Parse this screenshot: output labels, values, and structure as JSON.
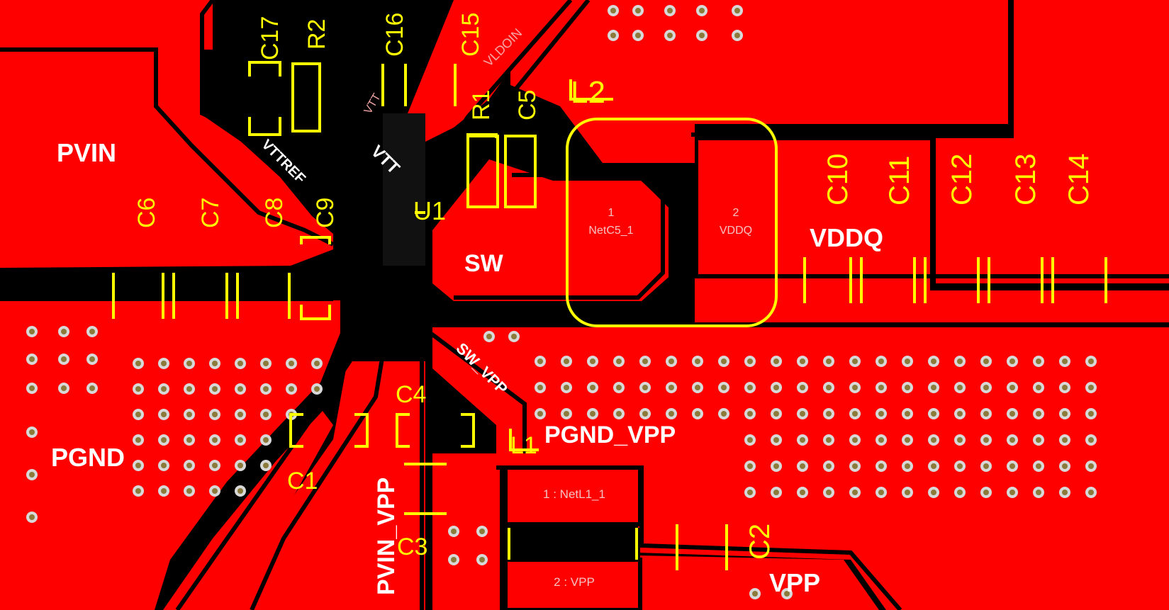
{
  "nets": {
    "pvin": "PVIN",
    "pgnd": "PGND",
    "vddq": "VDDQ",
    "sw": "SW",
    "vtt": "VTT",
    "vttref": "VTTREF",
    "sw_vpp": "SW_VPP",
    "pgnd_vpp": "PGND_VPP",
    "pvin_vpp": "PVIN_VPP",
    "vpp": "VPP"
  },
  "trace_labels": {
    "vldoin": "VLDOIN",
    "vtt_small": "VTT"
  },
  "refdes": {
    "l1": "L1",
    "l2": "L2",
    "u1": "U1",
    "r1": "R1",
    "r2": "R2",
    "c1": "C1",
    "c2": "C2",
    "c3": "C3",
    "c4": "C4",
    "c5": "C5",
    "c6": "C6",
    "c7": "C7",
    "c8": "C8",
    "c9": "C9",
    "c10": "C10",
    "c11": "C11",
    "c12": "C12",
    "c13": "C13",
    "c14": "C14",
    "c15": "C15",
    "c16": "C16",
    "c17": "C17"
  },
  "pads": {
    "l2_pad1_num": "1",
    "l2_pad1_net": "NetC5_1",
    "l2_pad2_num": "2",
    "l2_pad2_net": "VDDQ",
    "l1_pad1": "1 : NetL1_1",
    "l1_pad2": "2 : VPP"
  },
  "colors": {
    "copper": "#ff0000",
    "gap": "#000000",
    "silkscreen": "#ffff00",
    "via_ring": "#d8d8d8",
    "via_hole": "#8b7a3a",
    "net_text": "#ffffff"
  }
}
